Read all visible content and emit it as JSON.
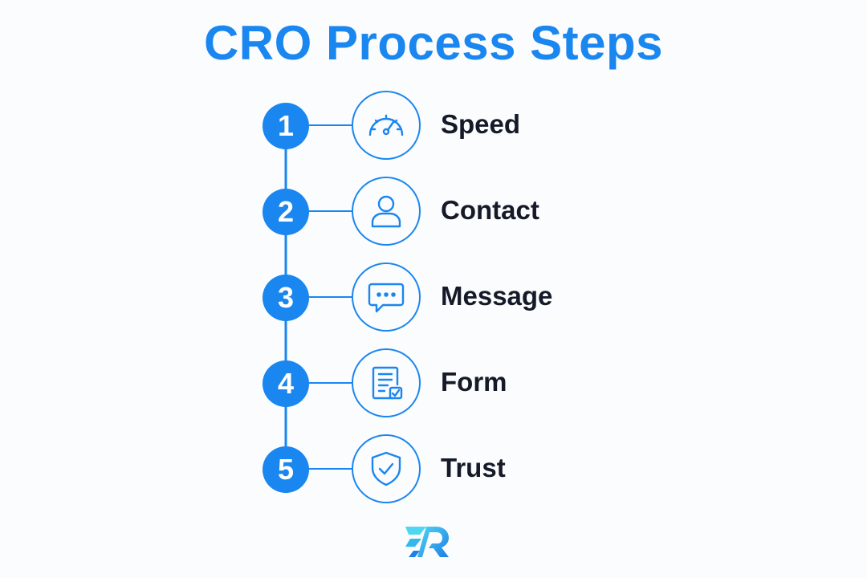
{
  "title": "CRO Process Steps",
  "colors": {
    "accent": "#1a86ef",
    "text": "#151a28",
    "logo_light": "#4fd7f2",
    "logo_dark": "#1f7fe6"
  },
  "steps": [
    {
      "number": "1",
      "label": "Speed",
      "icon": "speedometer-icon"
    },
    {
      "number": "2",
      "label": "Contact",
      "icon": "person-icon"
    },
    {
      "number": "3",
      "label": "Message",
      "icon": "chat-bubble-icon"
    },
    {
      "number": "4",
      "label": "Form",
      "icon": "form-checkbox-icon"
    },
    {
      "number": "5",
      "label": "Trust",
      "icon": "shield-check-icon"
    }
  ],
  "logo": {
    "icon": "brand-r-logo"
  }
}
